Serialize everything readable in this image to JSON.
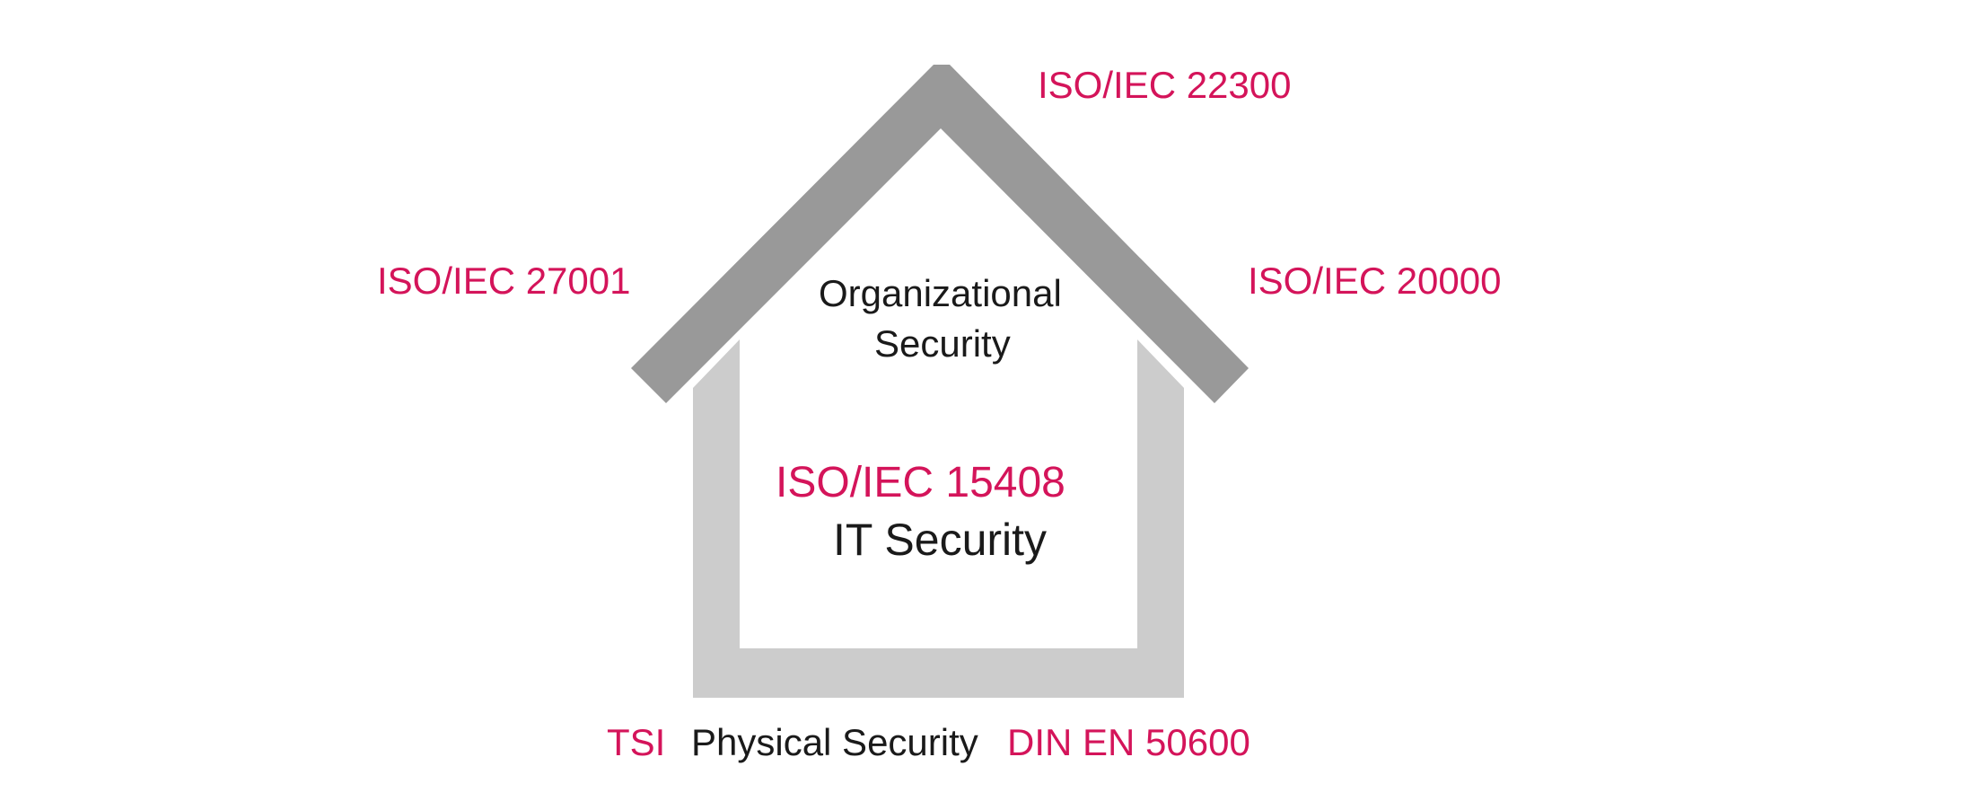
{
  "colors": {
    "roof": "#999999",
    "walls": "#cccccc",
    "standard_text": "#d4145a",
    "text": "#1a1a1a",
    "background": "#ffffff"
  },
  "labels": {
    "roof_top_standard": "ISO/IEC 22300",
    "roof_left_standard": "ISO/IEC 27001",
    "roof_right_standard": "ISO/IEC 20000",
    "organizational_line1": "Organizational",
    "organizational_line2": "Security",
    "it_standard": "ISO/IEC 15408",
    "it_security": "IT Security",
    "physical_left_standard": "TSI",
    "physical_security": "Physical Security",
    "physical_right_standard": "DIN  EN 50600"
  }
}
